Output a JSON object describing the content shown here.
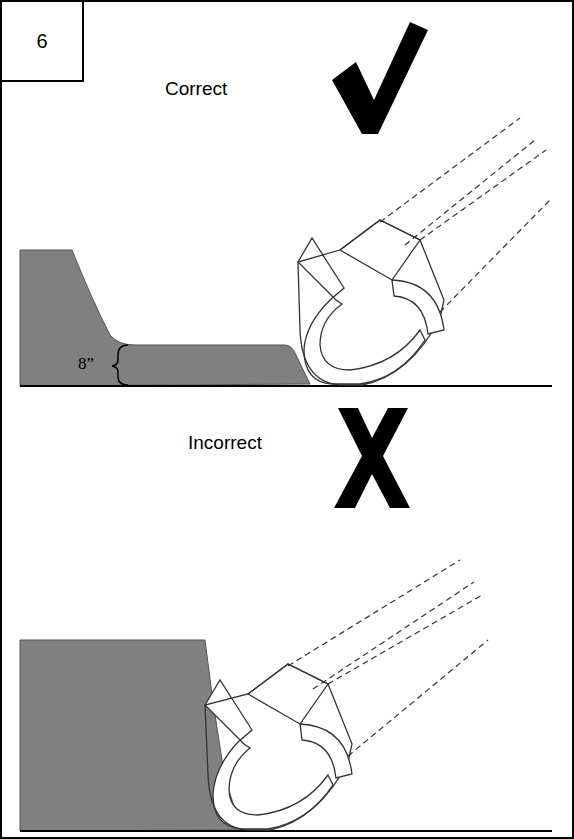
{
  "diagram": {
    "nodes": [
      {
        "text": [
          "6"
        ]
      }
    ],
    "labels": [
      "Correct",
      "8”",
      "Incorrect"
    ]
  }
}
